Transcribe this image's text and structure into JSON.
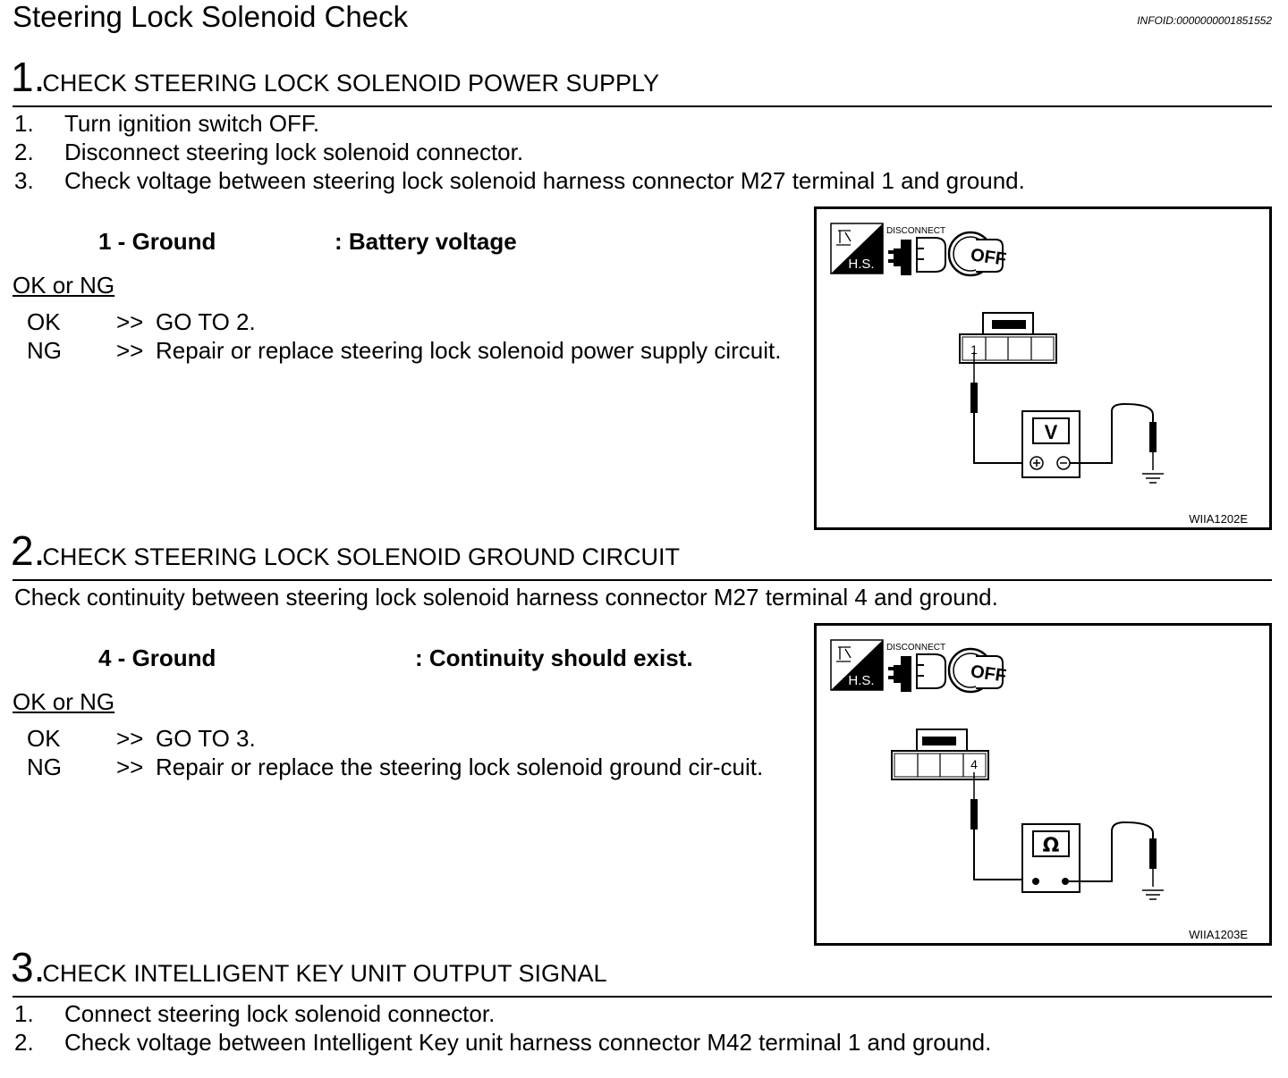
{
  "page": {
    "title": "Steering Lock Solenoid Check",
    "info_id": "INFOID:0000000001851552"
  },
  "steps": [
    {
      "number": "1.",
      "title": "CHECK STEERING LOCK SOLENOID POWER SUPPLY",
      "instructions": [
        {
          "num": "1.",
          "text": "Turn ignition switch OFF."
        },
        {
          "num": "2.",
          "text": "Disconnect steering lock solenoid connector."
        },
        {
          "num": "3.",
          "text": "Check voltage between steering lock solenoid harness connector M27 terminal 1 and ground."
        }
      ],
      "spec_label": "1 - Ground",
      "spec_value": ": Battery voltage",
      "okng_title": "OK or NG",
      "results": [
        {
          "key": "OK",
          "arrow": ">>",
          "text": "GO TO 2."
        },
        {
          "key": "NG",
          "arrow": ">>",
          "text": "Repair or replace steering lock solenoid power supply circuit."
        }
      ],
      "figure": {
        "id": "WIIA1202E",
        "icon_disconnect": "DISCONNECT",
        "icon_hs": "H.S.",
        "icon_off": "OFF",
        "terminal": "1",
        "meter": "V",
        "meter_icon": "voltmeter-icon"
      }
    },
    {
      "number": "2.",
      "title": "CHECK STEERING LOCK SOLENOID GROUND CIRCUIT",
      "paragraph": "Check continuity between steering lock solenoid harness connector M27 terminal 4 and ground.",
      "spec_label": "4 - Ground",
      "spec_value": ": Continuity should exist.",
      "okng_title": "OK or NG",
      "results": [
        {
          "key": "OK",
          "arrow": ">>",
          "text": "GO TO 3."
        },
        {
          "key": "NG",
          "arrow": ">>",
          "text": "Repair or replace the steering lock solenoid ground cir-cuit."
        }
      ],
      "figure": {
        "id": "WIIA1203E",
        "icon_disconnect": "DISCONNECT",
        "icon_hs": "H.S.",
        "icon_off": "OFF",
        "terminal": "4",
        "meter": "Ω",
        "meter_icon": "ohmmeter-icon"
      }
    },
    {
      "number": "3.",
      "title": "CHECK INTELLIGENT KEY UNIT OUTPUT SIGNAL",
      "instructions": [
        {
          "num": "1.",
          "text": "Connect steering lock solenoid connector."
        },
        {
          "num": "2.",
          "text": "Check voltage between Intelligent Key unit harness connector M42 terminal 1 and ground."
        }
      ]
    }
  ]
}
